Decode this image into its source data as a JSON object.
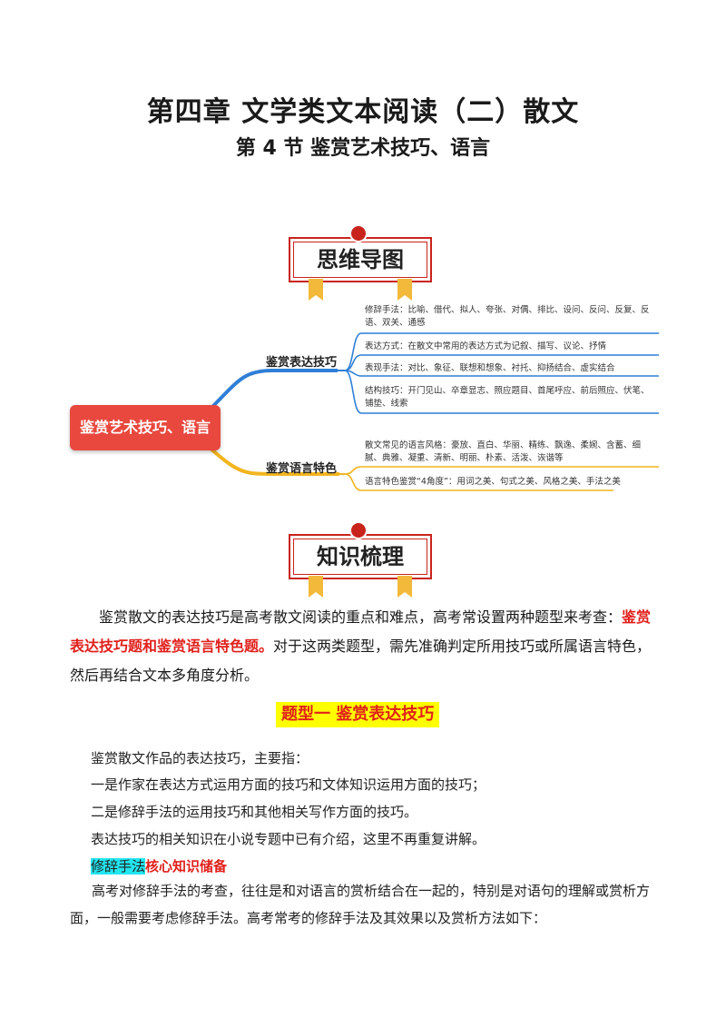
{
  "header": {
    "chapter_title": "第四章  文学类文本阅读（二）散文",
    "section_title": "第 4 节  鉴赏艺术技巧、语言"
  },
  "banners": {
    "mindmap": "思维导图",
    "knowledge": "知识梳理"
  },
  "mindmap": {
    "root": "鉴赏艺术技巧、语言",
    "branches": [
      {
        "label": "鉴赏表达技巧",
        "color": "#2f7fd6",
        "items": [
          "修辞手法：比喻、借代、拟人、夸张、对偶、排比、设问、反问、反复、反语、双关、通感",
          "表达方式：在散文中常用的表达方式为记叙、描写、议论、抒情",
          "表现手法：对比、象征、联想和想象、衬托、抑扬结合、虚实结合",
          "结构技巧：开门见山、卒章显志、照应题目、首尾呼应、前后照应、伏笔、铺垫、线索"
        ]
      },
      {
        "label": "鉴赏语言特色",
        "color": "#f2b51f",
        "items": [
          "散文常见的语言风格：豪放、直白、华丽、精练、飘逸、柔婉、含蓄、细腻、典雅、凝重、清新、明丽、朴素、活泼、诙谐等",
          "语言特色鉴赏“4角度”：用词之美、句式之美、风格之美、手法之美"
        ]
      }
    ]
  },
  "intro": {
    "part1": "鉴赏散文的表达技巧是高考散文阅读的重点和难点，高考常设置两种题型来考查：",
    "highlight": "鉴赏表达技巧题和鉴赏语言特色题。",
    "part2": "对于这两类题型，需先准确判定所用技巧或所属语言特色，然后再结合文本多角度分析。"
  },
  "type_heading": "题型一    鉴赏表达技巧",
  "lines": [
    "鉴赏散文作品的表达技巧，主要指：",
    "一是作家在表达方式运用方面的技巧和文体知识运用方面的技巧；",
    "二是修辞手法的运用技巧和其他相关写作方面的技巧。",
    "表达技巧的相关知识在小说专题中已有介绍，这里不再重复讲解。"
  ],
  "knowledge": {
    "cyan": "修辞手法",
    "rest": "核心知识储备"
  },
  "final_paragraph": "高考对修辞手法的考查，往往是和对语言的赏析结合在一起的，特别是对语句的理解或赏析方面，一般需要考虑修辞手法。高考常考的修辞手法及其效果以及赏析方法如下："
}
